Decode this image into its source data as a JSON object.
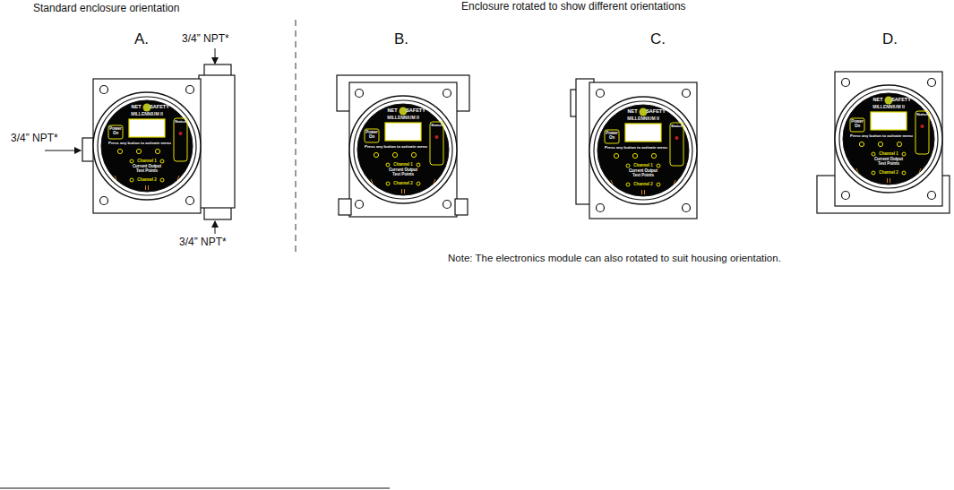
{
  "diagram": {
    "labels": [
      "Standard enclosure orientation",
      "Enclosure rotated to show different orientations",
      "A.",
      "3/4” NPT*",
      "B.",
      "C.",
      "D.",
      "3/4” NPT*",
      "3/4” NPT*",
      "Note: The electronics module can also rotated to suit housing orientation.",
      "NET",
      "SAFETY",
      "MILLENNIUM II",
      "Power On",
      "Status",
      "Press any button to activate menu",
      "Channel 1",
      "Current Output Test Points",
      "Channel 2",
      "NET",
      "SAFETY",
      "MILLENNIUM II",
      "Power On",
      "Status",
      "Press any button to activate menu",
      "Channel 1",
      "Current Output Test Points",
      "Channel 2",
      "NET",
      "SAFETY",
      "MILLENNIUM II",
      "Power On",
      "Status",
      "Press any button to activate menu",
      "Channel 1",
      "Current Output Test Points",
      "Channel 2",
      "NET",
      "SAFETY",
      "MILLENNIUM II",
      "Power On",
      "Status",
      "Press any button to activate menu",
      "Channel 1",
      "Current Output Test Points",
      "Channel 2"
    ]
  }
}
